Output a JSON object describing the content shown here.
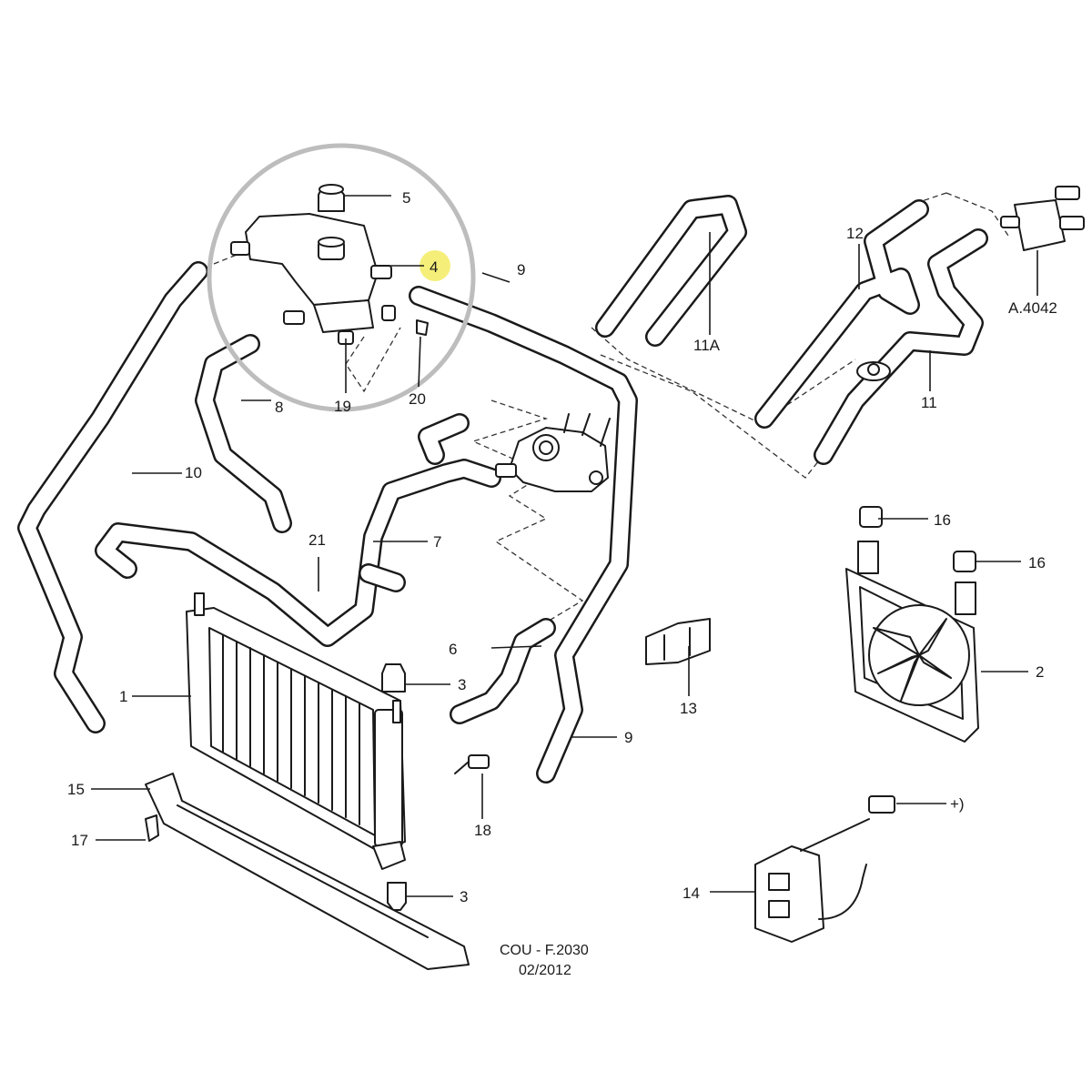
{
  "colors": {
    "line": "#1a1a1a",
    "highlight_ring": "#bdbdbd",
    "highlight_dot": "#f5ef7a",
    "background": "#ffffff"
  },
  "callouts": {
    "c1": "1",
    "c2": "2",
    "c3a": "3",
    "c3b": "3",
    "c4": "4",
    "c5": "5",
    "c6": "6",
    "c7": "7",
    "c8": "8",
    "c9a": "9",
    "c9b": "9",
    "c10": "10",
    "c11": "11",
    "c11a": "11A",
    "c12": "12",
    "c13": "13",
    "c14": "14",
    "c15": "15",
    "c16a": "16",
    "c16b": "16",
    "c17": "17",
    "c18": "18",
    "c19": "19",
    "c20": "20",
    "c21": "21",
    "ca4042": "A.4042",
    "cplus": "+)"
  },
  "reference": {
    "code": "COU - F.2030",
    "date": "02/2012"
  },
  "highlight": {
    "part": "4"
  }
}
